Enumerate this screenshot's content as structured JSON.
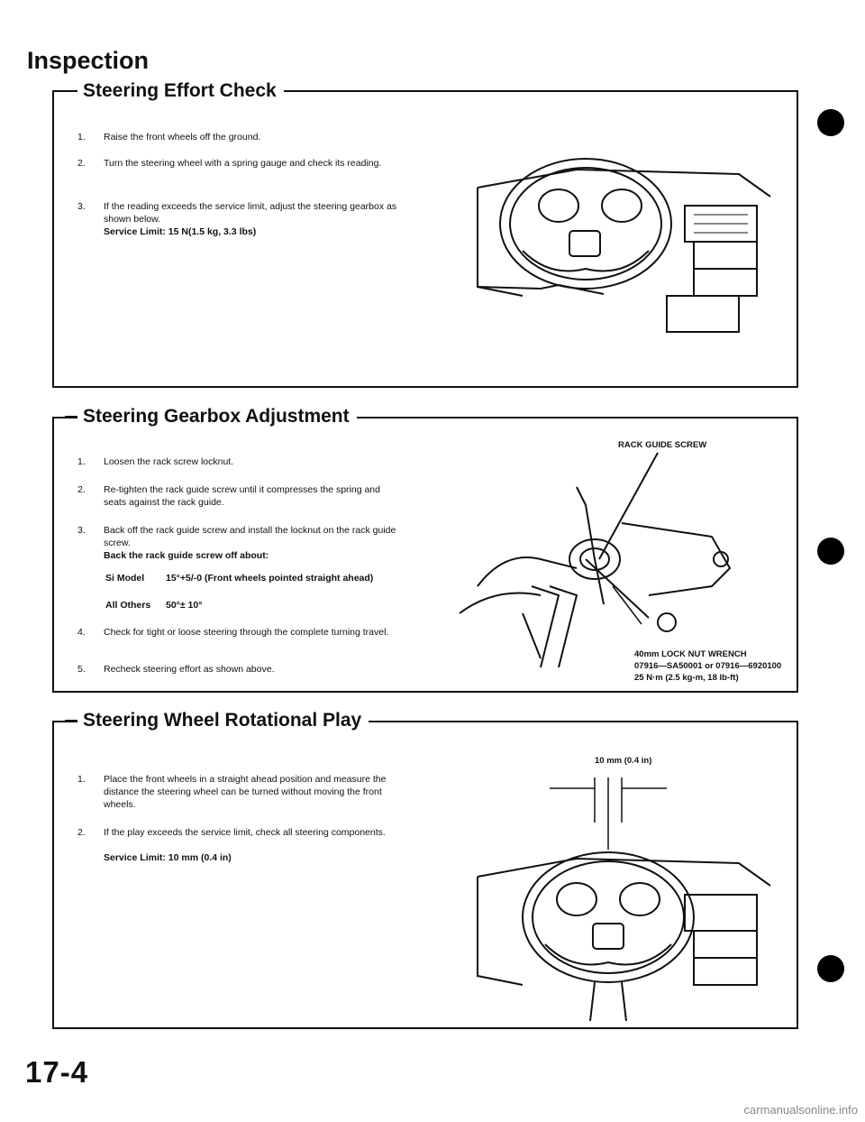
{
  "page_title": "Inspection",
  "sections": {
    "effort": {
      "title": "Steering Effort Check",
      "steps": [
        {
          "num": "1.",
          "text": "Raise the front wheels off the ground."
        },
        {
          "num": "2.",
          "text": "Turn the steering wheel with a spring gauge and check its reading."
        },
        {
          "num": "3.",
          "text": "If the reading exceeds the service limit, adjust the steering gearbox as shown below.",
          "spec": "Service Limit: 15 N(1.5 kg, 3.3 lbs)"
        }
      ]
    },
    "gearbox": {
      "title": "Steering Gearbox Adjustment",
      "steps": [
        {
          "num": "1.",
          "text": "Loosen the rack screw locknut."
        },
        {
          "num": "2.",
          "text": "Re-tighten the rack guide screw until it compresses the spring and seats against the rack guide."
        },
        {
          "num": "3.",
          "text": "Back off the rack guide screw and install the locknut on the rack guide screw.",
          "spec": "Back the rack guide screw off about:"
        },
        {
          "num": "4.",
          "text": "Check for tight or loose steering through the complete turning travel."
        },
        {
          "num": "5.",
          "text": "Recheck steering effort as shown above."
        }
      ],
      "spec_rows": [
        {
          "label": "Si Model",
          "value": "15°+5/-0 (Front wheels pointed straight ahead)"
        },
        {
          "label": "All Others",
          "value": "50°± 10°"
        }
      ],
      "callouts": {
        "rack_guide": "RACK GUIDE SCREW",
        "wrench_line1": "40mm LOCK NUT WRENCH",
        "wrench_line2": "07916—SA50001 or 07916—6920100",
        "wrench_line3": "25 N·m (2.5 kg-m, 18 lb-ft)"
      }
    },
    "play": {
      "title": "Steering Wheel Rotational Play",
      "steps": [
        {
          "num": "1.",
          "text": "Place the front wheels in a straight ahead position and measure the distance the steering wheel can be turned without moving the front wheels."
        },
        {
          "num": "2.",
          "text": "If the play exceeds the service limit, check all steering components.",
          "spec": "Service Limit: 10 mm (0.4 in)"
        }
      ],
      "callouts": {
        "play": "10 mm (0.4 in)"
      }
    }
  },
  "page_number": "17-4",
  "watermark": "carmanualsonline.info"
}
